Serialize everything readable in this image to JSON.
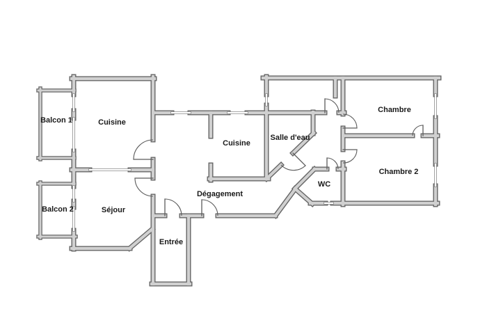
{
  "plan": {
    "type": "apartment-floor-plan",
    "background": "#ffffff"
  },
  "colors": {
    "wall_fill": "#d0d0d0",
    "wall_edge": "#666666",
    "window_edge": "#8a8a8a",
    "window_core": "#ffffff",
    "door_line": "#5a5a5a",
    "label": "#1a1a1a"
  },
  "rooms": [
    {
      "name": "Balcon 1"
    },
    {
      "name": "Cuisine"
    },
    {
      "name": "Balcon 2"
    },
    {
      "name": "Séjour"
    },
    {
      "name": "Entrée"
    },
    {
      "name": "Dégagement"
    },
    {
      "name": "Cuisine"
    },
    {
      "name": "Salle d'eau"
    },
    {
      "name": "WC"
    },
    {
      "name": "Chambre"
    },
    {
      "name": "Chambre 2"
    }
  ]
}
